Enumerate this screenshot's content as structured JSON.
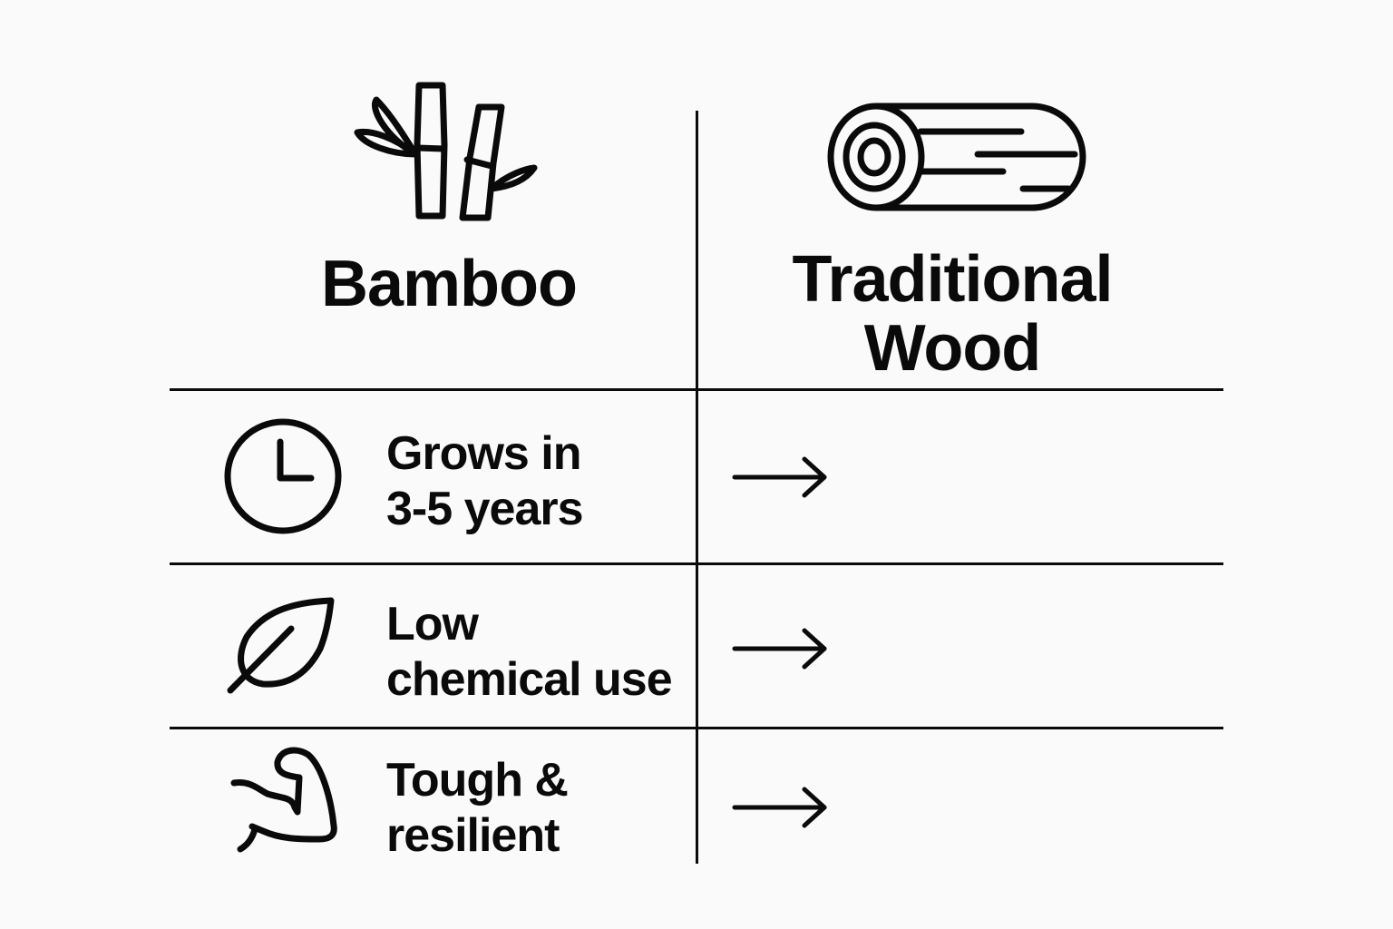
{
  "columns": [
    {
      "id": "bamboo",
      "title": "Bamboo",
      "icon": "bamboo-icon"
    },
    {
      "id": "wood",
      "title_lines": [
        "Traditional",
        "Wood"
      ],
      "icon": "log-icon"
    }
  ],
  "rows": [
    {
      "icon": "clock-icon",
      "lines": [
        "Grows in",
        "3-5 years"
      ],
      "wood_marker": "arrow-right-icon"
    },
    {
      "icon": "leaf-icon",
      "lines": [
        "Low",
        "chemical use"
      ],
      "wood_marker": "arrow-right-icon"
    },
    {
      "icon": "flexed-arm-icon",
      "lines": [
        "Tough &",
        "resilient"
      ],
      "wood_marker": "arrow-right-icon"
    }
  ],
  "colors": {
    "background": "#fafafa",
    "ink": "#0a0a0a"
  }
}
